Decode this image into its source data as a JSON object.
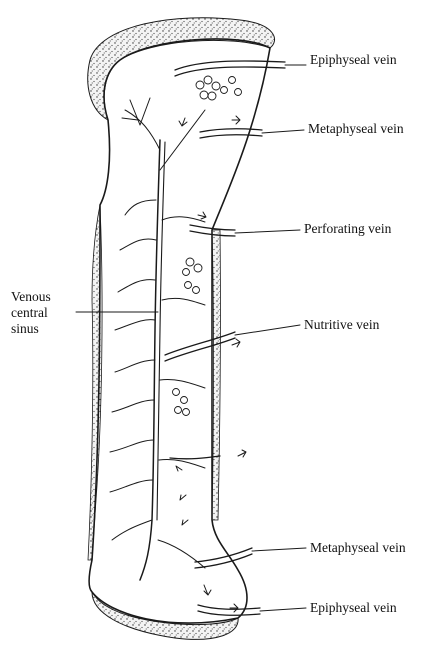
{
  "labels": {
    "epiphyseal_top": "Epiphyseal vein",
    "metaphyseal_top": "Metaphyseal vein",
    "perforating": "Perforating vein",
    "venous_line1": "Venous",
    "venous_line2": "central",
    "venous_line3": "sinus",
    "nutritive": "Nutritive vein",
    "metaphyseal_bottom": "Metaphyseal vein",
    "epiphyseal_bottom": "Epiphyseal vein"
  },
  "colors": {
    "ink": "#1a1a1a",
    "stipple": "#2a2a2a",
    "background": "#ffffff"
  }
}
